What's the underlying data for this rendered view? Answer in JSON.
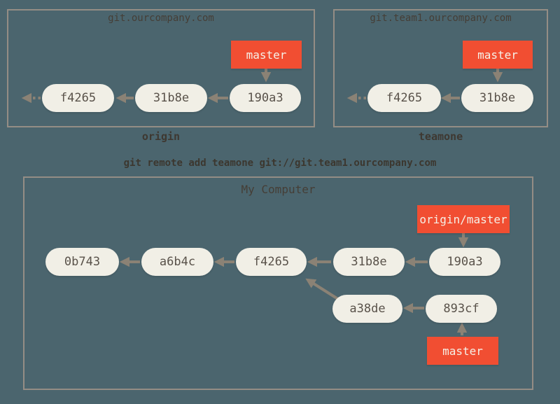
{
  "diagram": {
    "command": "git remote add teamone git://git.team1.ourcompany.com",
    "origin_repo": {
      "title": "git.ourcompany.com",
      "label": "origin",
      "branch_tag": "master",
      "commits": [
        "f4265",
        "31b8e",
        "190a3"
      ]
    },
    "teamone_repo": {
      "title": "git.team1.ourcompany.com",
      "label": "teamone",
      "branch_tag": "master",
      "commits": [
        "f4265",
        "31b8e"
      ]
    },
    "local_repo": {
      "title": "My Computer",
      "remote_branch_tag": "origin/master",
      "branch_tag": "master",
      "main_commits": [
        "0b743",
        "a6b4c",
        "f4265",
        "31b8e",
        "190a3"
      ],
      "topic_commits": [
        "a38de",
        "893cf"
      ]
    },
    "colors": {
      "background": "#4b656e",
      "box_border": "#948d85",
      "node_fill": "#f1efe6",
      "branch_tag_fill": "#f14e32",
      "arrow": "#8b8275",
      "text_dark": "#3e3831"
    }
  }
}
